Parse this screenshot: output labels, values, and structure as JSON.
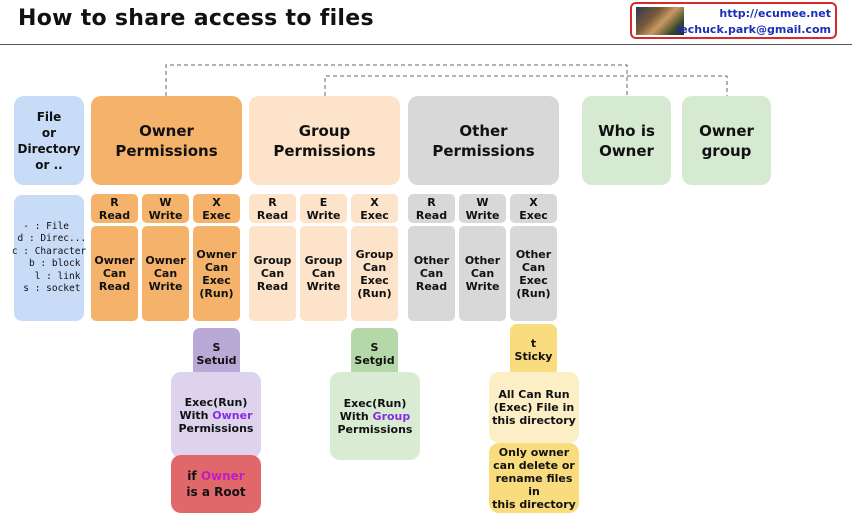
{
  "title": "How to share access to files",
  "logo": {
    "url": "http://ecumee.net",
    "email": "lechuck.park@gmail.com"
  },
  "headers": {
    "file": "File\nor\nDirectory\nor ..",
    "owner": "Owner\nPermissions",
    "group": "Group\nPermissions",
    "other": "Other\nPermissions",
    "who_owner": "Who is\nOwner",
    "owner_group": "Owner\ngroup"
  },
  "legend": "  - : File\n d : Direc...\nc : Character\n   b : block\n    l : link\n  s : socket",
  "bits": {
    "owner": [
      "R\nRead",
      "W\nWrite",
      "X\nExec"
    ],
    "group": [
      "R\nRead",
      "E\nWrite",
      "X\nExec"
    ],
    "other": [
      "R\nRead",
      "W\nWrite",
      "X\nExec"
    ]
  },
  "desc": {
    "owner": [
      "Owner\nCan\nRead",
      "Owner\nCan\nWrite",
      "Owner\nCan\nExec\n(Run)"
    ],
    "group": [
      "Group\nCan\nRead",
      "Group\nCan\nWrite",
      "Group\nCan\nExec\n(Run)"
    ],
    "other": [
      "Other\nCan\nRead",
      "Other\nCan\nWrite",
      "Other\nCan\nExec\n(Run)"
    ]
  },
  "special": {
    "setuid": {
      "label": "S\nSetuid",
      "desc_pre": "Exec(Run)\nWith ",
      "desc_word": "Owner",
      "desc_post": "\nPermissions",
      "cond_pre": "if ",
      "cond_word": "Owner",
      "cond_post": "\nis a Root"
    },
    "setgid": {
      "label": "S\nSetgid",
      "desc_pre": "Exec(Run)\nWith ",
      "desc_word": "Group",
      "desc_post": "\nPermissions"
    },
    "sticky": {
      "label": "t\nSticky",
      "desc1": "All Can Run\n(Exec) File in\nthis directory",
      "desc2": "Only owner\ncan delete or\nrename files in\nthis directory"
    }
  },
  "colors": {
    "blue": "#c9dcf7",
    "owner": "#f5b26b",
    "group": "#fce3c9",
    "other": "#d8d8d8",
    "green": "#d5ead1",
    "setuid": "#b9a9d7",
    "setuid_desc": "#ddd3ec",
    "root": "#e0686a",
    "setgid": "#b5d8a8",
    "setgid_desc": "#d9ecd3",
    "sticky": "#f8dc7e",
    "sticky_desc": "#fcefc6"
  }
}
